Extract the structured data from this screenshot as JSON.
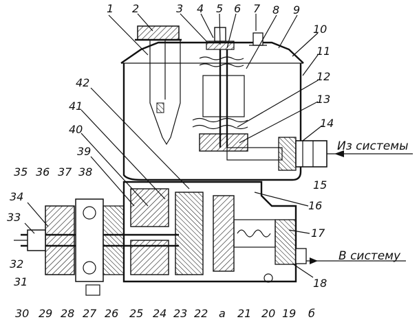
{
  "labels_top": [
    "1",
    "2",
    "3",
    "4",
    "5",
    "6",
    "7",
    "8",
    "9",
    "10"
  ],
  "labels_right": [
    "11",
    "12",
    "13",
    "14",
    "15",
    "16",
    "17",
    "18"
  ],
  "labels_bottom": [
    "30",
    "29",
    "28",
    "27",
    "26",
    "25",
    "24",
    "23",
    "22",
    "а",
    "21",
    "20",
    "19",
    "б"
  ],
  "labels_left": [
    "42",
    "41",
    "40",
    "39",
    "35",
    "36",
    "37",
    "38",
    "34",
    "33",
    "32",
    "31"
  ],
  "caption_in": "Из системы",
  "caption_out": "В систему"
}
